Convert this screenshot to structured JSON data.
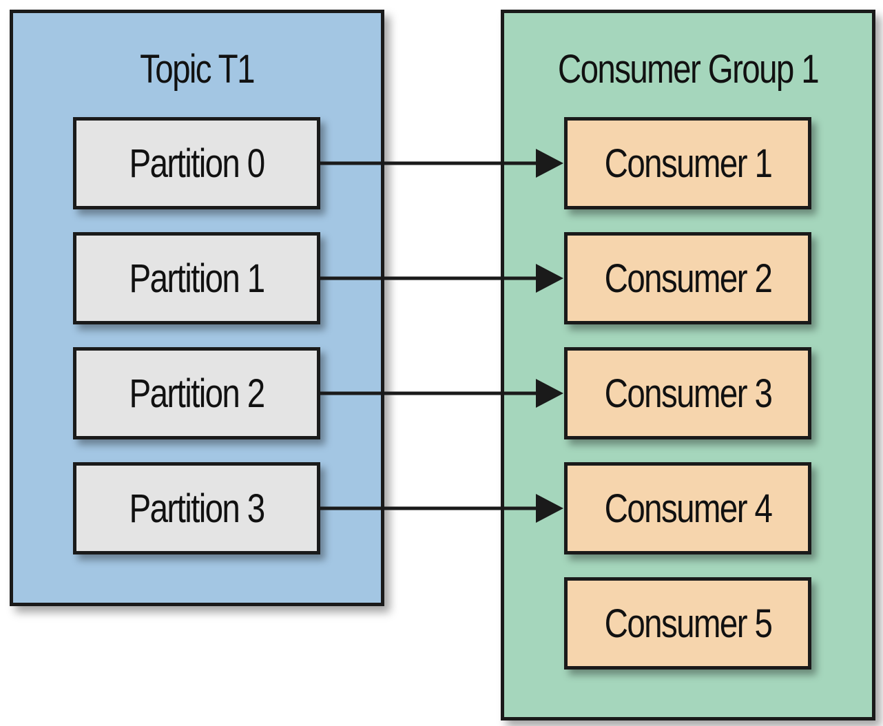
{
  "colors": {
    "topic_fill": "#a3c6e3",
    "group_fill": "#a5d6bc",
    "partition_fill": "#e4e4e4",
    "consumer_fill": "#f6d5ad",
    "stroke": "#1a1a1a"
  },
  "topic": {
    "title": "Topic T1",
    "partitions": [
      {
        "label": "Partition 0"
      },
      {
        "label": "Partition 1"
      },
      {
        "label": "Partition 2"
      },
      {
        "label": "Partition 3"
      }
    ]
  },
  "consumer_group": {
    "title": "Consumer Group 1",
    "consumers": [
      {
        "label": "Consumer 1"
      },
      {
        "label": "Consumer 2"
      },
      {
        "label": "Consumer 3"
      },
      {
        "label": "Consumer 4"
      },
      {
        "label": "Consumer 5"
      }
    ]
  },
  "connections": [
    {
      "from": "Partition 0",
      "to": "Consumer 1"
    },
    {
      "from": "Partition 1",
      "to": "Consumer 2"
    },
    {
      "from": "Partition 2",
      "to": "Consumer 3"
    },
    {
      "from": "Partition 3",
      "to": "Consumer 4"
    }
  ]
}
